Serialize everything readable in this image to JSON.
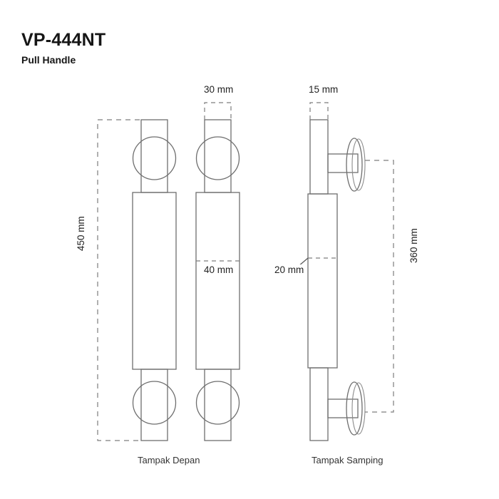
{
  "header": {
    "title": "VP-444NT",
    "subtitle": "Pull Handle"
  },
  "dimensions": {
    "top_front_width": "30 mm",
    "top_side_width": "15 mm",
    "overall_height": "450 mm",
    "bar_width": "40 mm",
    "bar_depth": "20 mm",
    "center_to_center": "360 mm"
  },
  "views": {
    "front_caption": "Tampak Depan",
    "side_caption": "Tampak Samping"
  },
  "colors": {
    "line": "#6e6e6e",
    "dimension_line": "#7d7d7d",
    "text": "#161616",
    "background": "#ffffff"
  }
}
